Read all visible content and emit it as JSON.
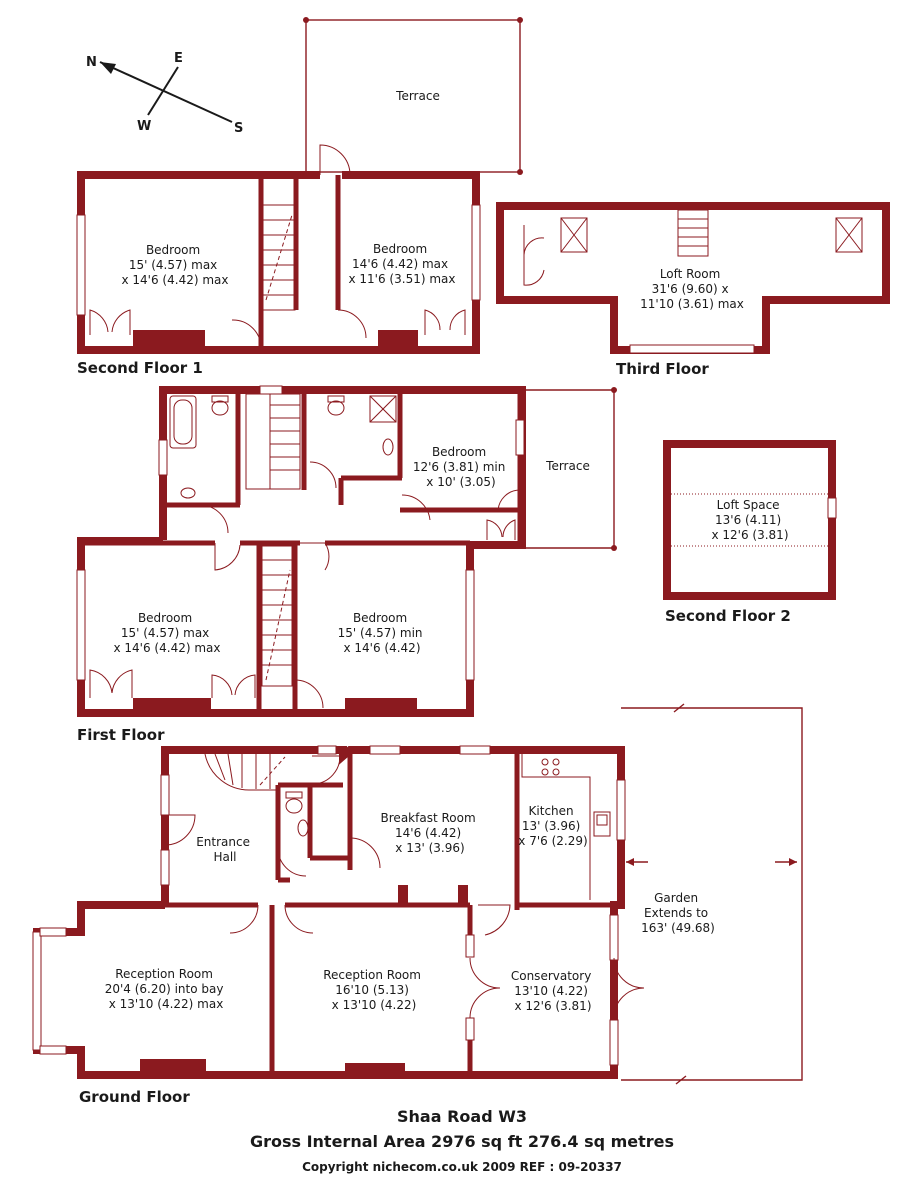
{
  "compass": {
    "n": "N",
    "e": "E",
    "s": "S",
    "w": "W"
  },
  "floors": {
    "second1": "Second Floor 1",
    "third": "Third Floor",
    "first": "First Floor",
    "second2": "Second Floor 2",
    "ground": "Ground Floor"
  },
  "rooms": {
    "terrace_top": [
      "Terrace"
    ],
    "sf_bed_left": [
      "Bedroom",
      "15' (4.57) max",
      "x 14'6 (4.42) max"
    ],
    "sf_bed_right": [
      "Bedroom",
      "14'6 (4.42) max",
      "x 11'6 (3.51) max"
    ],
    "loft_room": [
      "Loft Room",
      "31'6 (9.60) x",
      "11'10 (3.61) max"
    ],
    "ff_bed_small": [
      "Bedroom",
      "12'6 (3.81) min",
      "x 10' (3.05)"
    ],
    "terrace_first": [
      "Terrace"
    ],
    "loft_space": [
      "Loft Space",
      "13'6 (4.11)",
      "x 12'6 (3.81)"
    ],
    "ff_bed_left": [
      "Bedroom",
      "15' (4.57) max",
      "x 14'6 (4.42) max"
    ],
    "ff_bed_right": [
      "Bedroom",
      "15' (4.57) min",
      "x 14'6 (4.42)"
    ],
    "entrance_hall": [
      "Entrance",
      "Hall"
    ],
    "breakfast": [
      "Breakfast Room",
      "14'6 (4.42)",
      "x 13' (3.96)"
    ],
    "kitchen": [
      "Kitchen",
      "13' (3.96)",
      "x 7'6 (2.29)"
    ],
    "garden": [
      "Garden",
      "Extends to",
      "163' (49.68)"
    ],
    "reception_bay": [
      "Reception Room",
      "20'4 (6.20) into bay",
      "x 13'10 (4.22) max"
    ],
    "reception": [
      "Reception Room",
      "16'10 (5.13)",
      "x 13'10 (4.22)"
    ],
    "conservatory": [
      "Conservatory",
      "13'10 (4.22)",
      "x 12'6 (3.81)"
    ]
  },
  "footer": {
    "address": "Shaa Road  W3",
    "area": "Gross Internal Area 2976 sq ft 276.4 sq metres",
    "copyright": "Copyright nichecom.co.uk 2009    REF : 09-20337"
  }
}
